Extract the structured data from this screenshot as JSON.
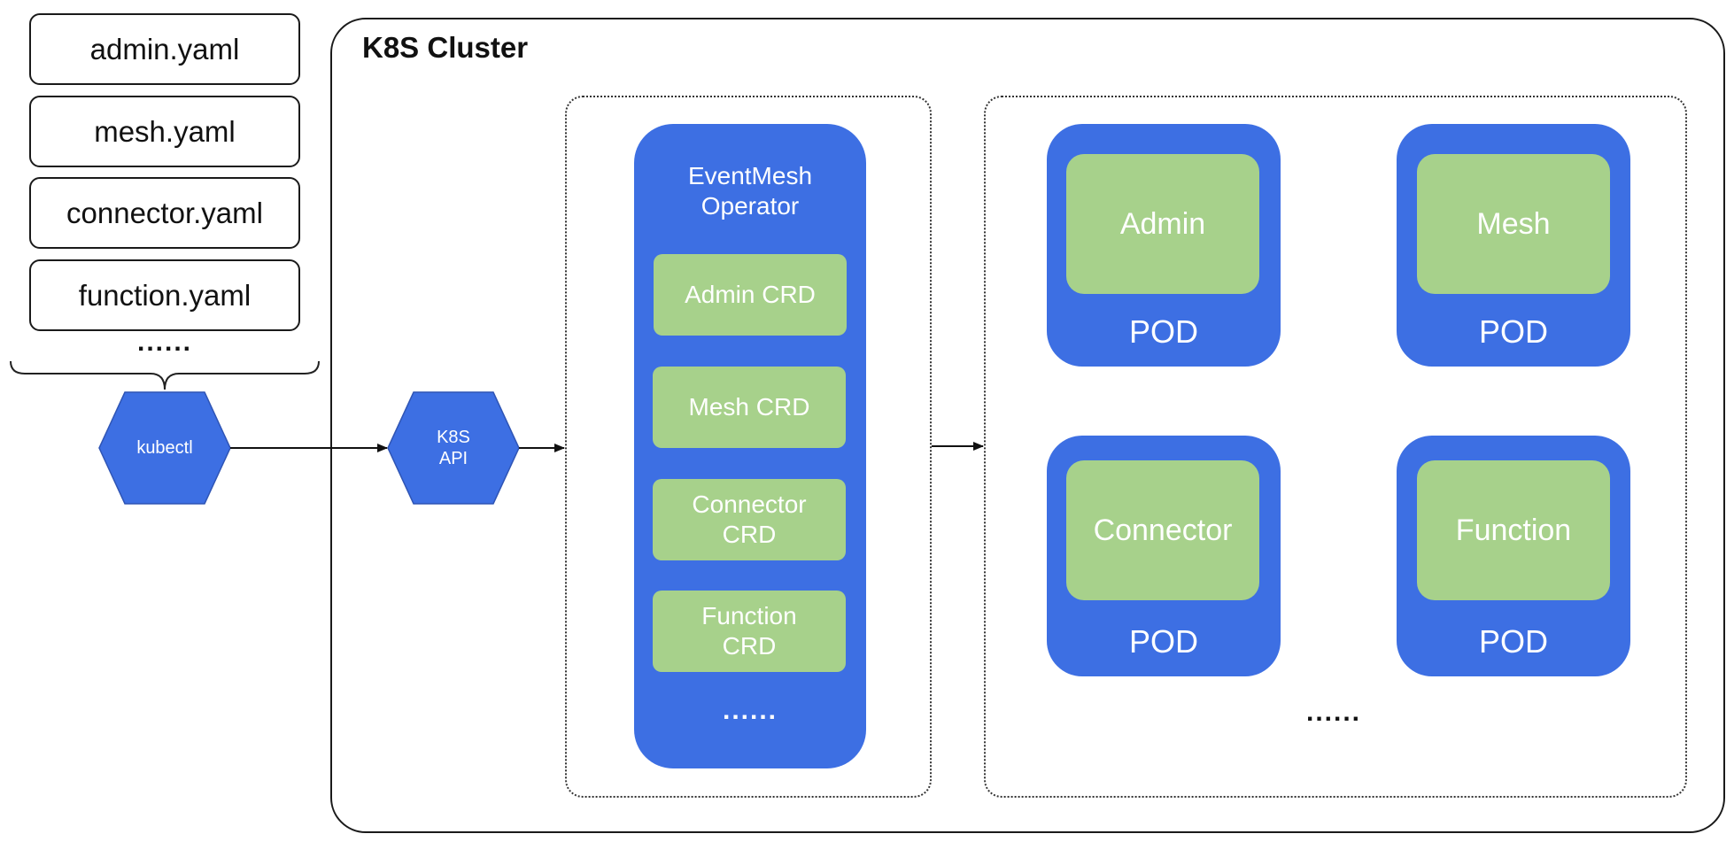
{
  "yaml_files": [
    "admin.yaml",
    "mesh.yaml",
    "connector.yaml",
    "function.yaml"
  ],
  "yaml_more": "......",
  "kubectl_label": "kubectl",
  "k8s_api_label": [
    "K8S",
    "API"
  ],
  "cluster_title": "K8S Cluster",
  "operator": {
    "title": [
      "EventMesh",
      "Operator"
    ],
    "crds": [
      [
        "Admin CRD"
      ],
      [
        "Mesh CRD"
      ],
      [
        "Connector",
        "CRD"
      ],
      [
        "Function",
        "CRD"
      ]
    ],
    "more": "......"
  },
  "pods": [
    {
      "name": "Admin",
      "label": "POD"
    },
    {
      "name": "Mesh",
      "label": "POD"
    },
    {
      "name": "Connector",
      "label": "POD"
    },
    {
      "name": "Function",
      "label": "POD"
    }
  ],
  "pods_more": "......",
  "colors": {
    "blue": "#3d6fe3",
    "green": "#a7d18b",
    "hex_fill": "#3d6fe3"
  }
}
